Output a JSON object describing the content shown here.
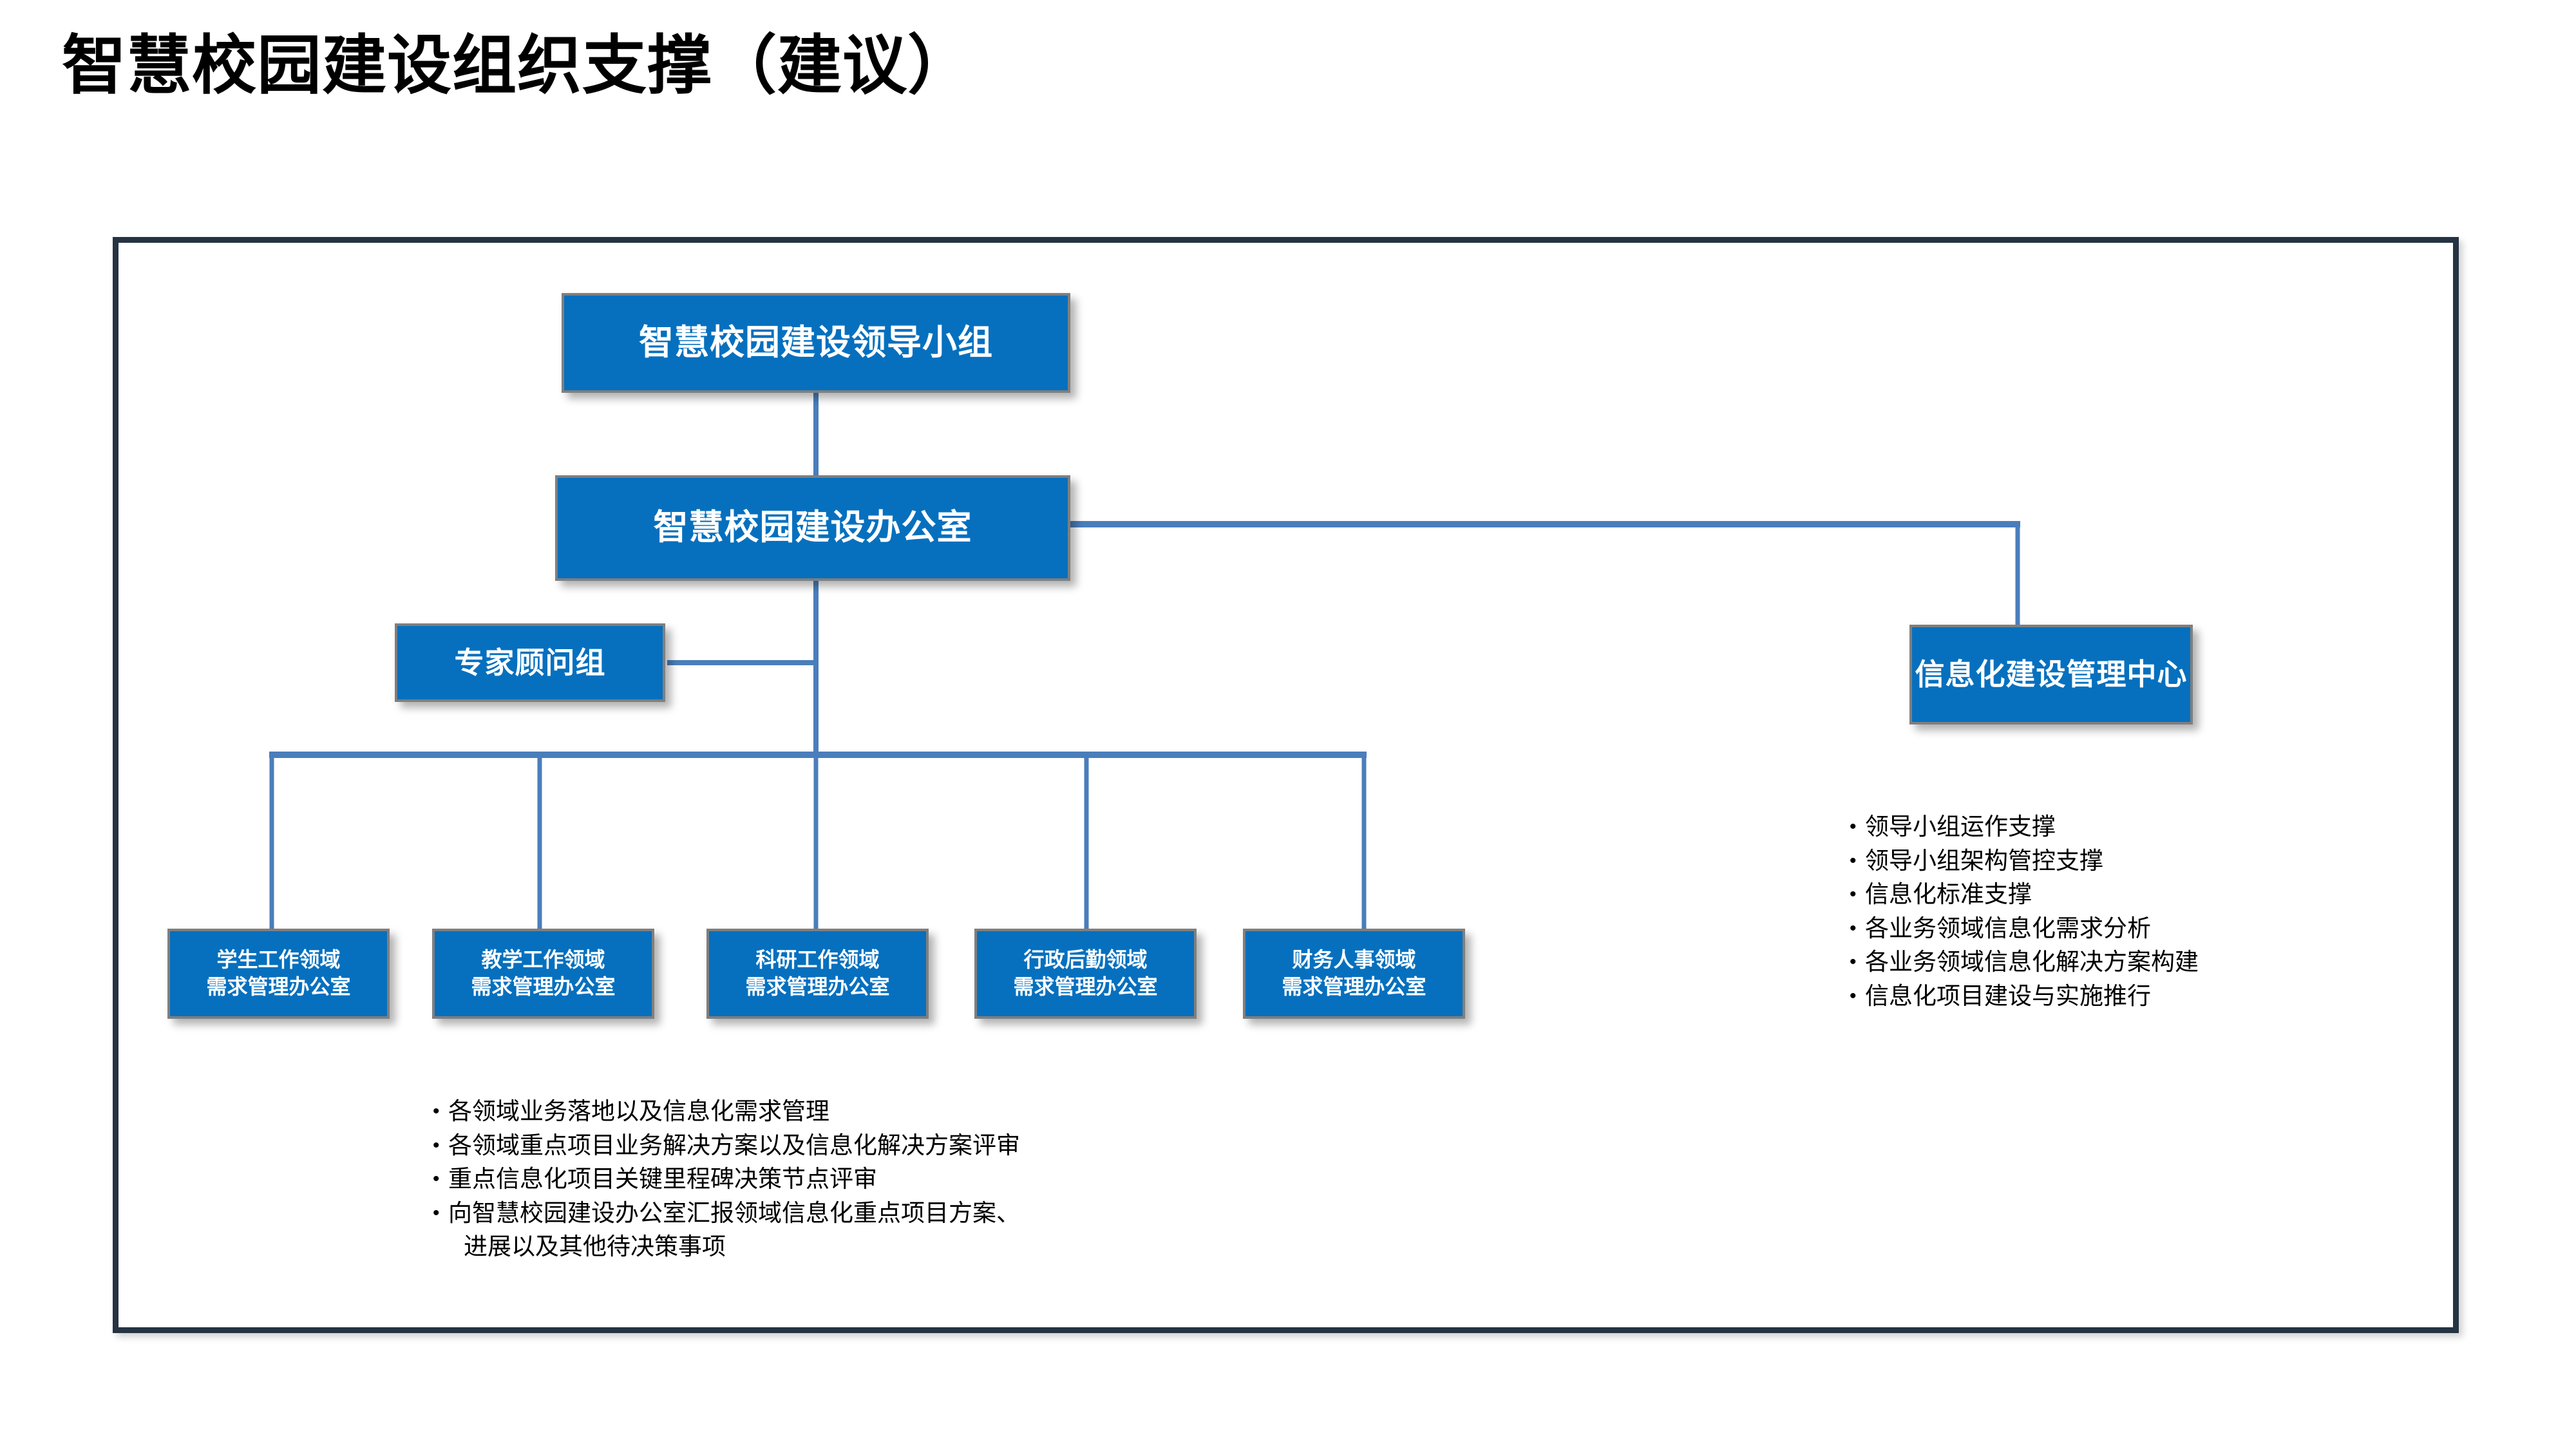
{
  "slide": {
    "title": "智慧校园建设组织支撑（建议）",
    "accent_blue": "#0670BE",
    "connector_blue": "#4A7EBB",
    "frame_border": "#253342",
    "node_border": "#7F7F7F",
    "text_color": "#FFFFFF",
    "body_text_color": "#000000"
  },
  "org": {
    "leadership_group": "智慧校园建设领导小组",
    "office": "智慧校园建设办公室",
    "expert_group": "专家顾问组",
    "it_center": "信息化建设管理中心",
    "domain_offices": [
      {
        "line1": "学生工作领域",
        "line2": "需求管理办公室"
      },
      {
        "line1": "教学工作领域",
        "line2": "需求管理办公室"
      },
      {
        "line1": "科研工作领域",
        "line2": "需求管理办公室"
      },
      {
        "line1": "行政后勤领域",
        "line2": "需求管理办公室"
      },
      {
        "line1": "财务人事领域",
        "line2": "需求管理办公室"
      }
    ]
  },
  "it_center_duties": {
    "bullet_char": "•",
    "items": [
      "领导小组运作支撑",
      "领导小组架构管控支撑",
      "信息化标准支撑",
      "各业务领域信息化需求分析",
      "各业务领域信息化解决方案构建",
      "信息化项目建设与实施推行"
    ]
  },
  "domain_office_duties": {
    "bullet_char": "•",
    "items": [
      "各领域业务落地以及信息化需求管理",
      "各领域重点项目业务解决方案以及信息化解决方案评审",
      "重点信息化项目关键里程碑决策节点评审",
      "向智慧校园建设办公室汇报领域信息化重点项目方案、"
    ],
    "continuation": "进展以及其他待决策事项"
  }
}
